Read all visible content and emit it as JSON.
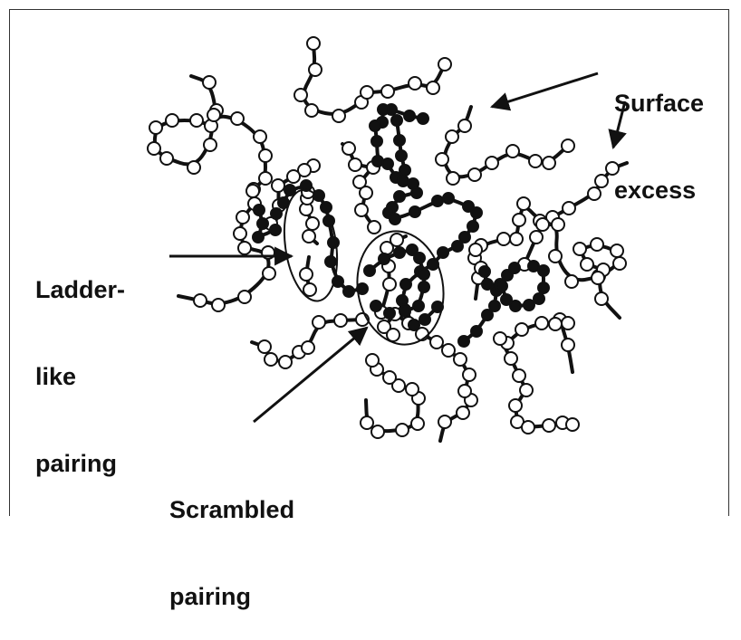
{
  "labels": {
    "surface_excess": [
      "Surface",
      "excess"
    ],
    "ladder_like_pairing": [
      "Ladder-",
      "like",
      "pairing"
    ],
    "scrambled_pairing": [
      "Scrambled",
      "pairing"
    ]
  },
  "colors": {
    "ink": "#111111",
    "open_bead": "#ffffff",
    "filled_bead": "#111111",
    "frame": "#333333"
  },
  "legend_semantics": {
    "open_bead": "strand bead (white)",
    "filled_bead": "complementary strand bead (black)"
  }
}
